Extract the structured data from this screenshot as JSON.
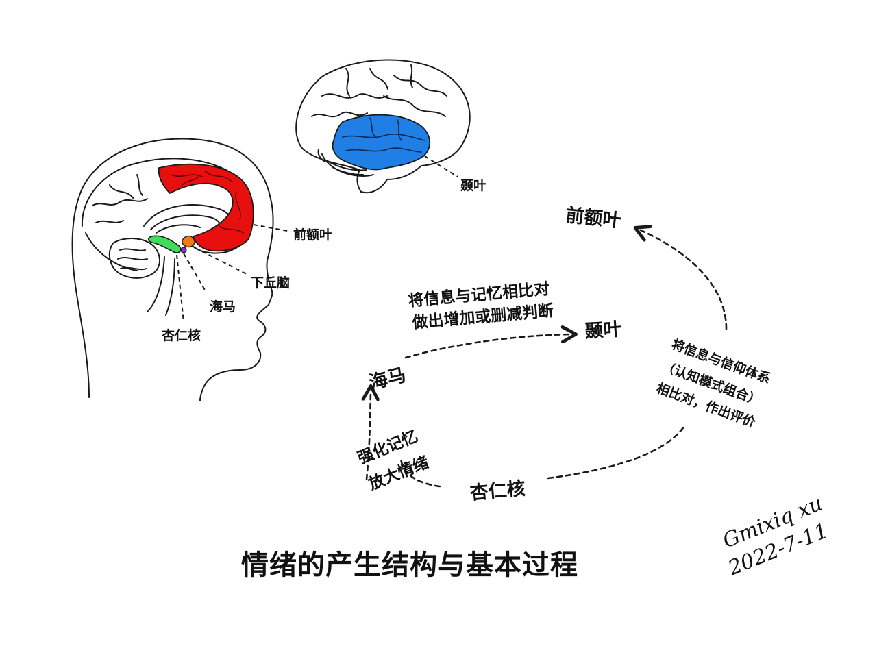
{
  "title": "情绪的产生结构与基本过程",
  "anatomy_labels": {
    "temporal_lobe": "颞叶",
    "prefrontal": "前额叶",
    "hypothalamus": "下丘脑",
    "hippocampus": "海马",
    "amygdala": "杏仁核"
  },
  "process": {
    "nodes": {
      "prefrontal": "前额叶",
      "temporal": "颞叶",
      "hippocampus": "海马",
      "amygdala": "杏仁核"
    },
    "edges": {
      "hippo_to_temporal_line1": "将信息与记忆相比对",
      "hippo_to_temporal_line2": "做出增加或删减判断",
      "amygdala_to_prefrontal_line1": "将信息与信仰体系",
      "amygdala_to_prefrontal_line2": "（认知模式组合）",
      "amygdala_to_prefrontal_line3": "相比对，作出评价",
      "amygdala_to_hippo_line1": "强化记忆",
      "amygdala_to_hippo_line2": "放大情绪"
    }
  },
  "signature": {
    "name": "Gmixiq xu",
    "date": "2022-7-11"
  },
  "colors": {
    "prefrontal_region": "#e8100f",
    "temporal_region": "#1f7fe5",
    "hippocampus_region": "#3ede5a",
    "hypothalamus_region": "#f07a1a",
    "amygdala_region": "#8a2be2",
    "line": "#1a1a1a"
  },
  "icons": [
    "brain-lateral-illustration",
    "head-sagittal-illustration",
    "dashed-arrow"
  ]
}
